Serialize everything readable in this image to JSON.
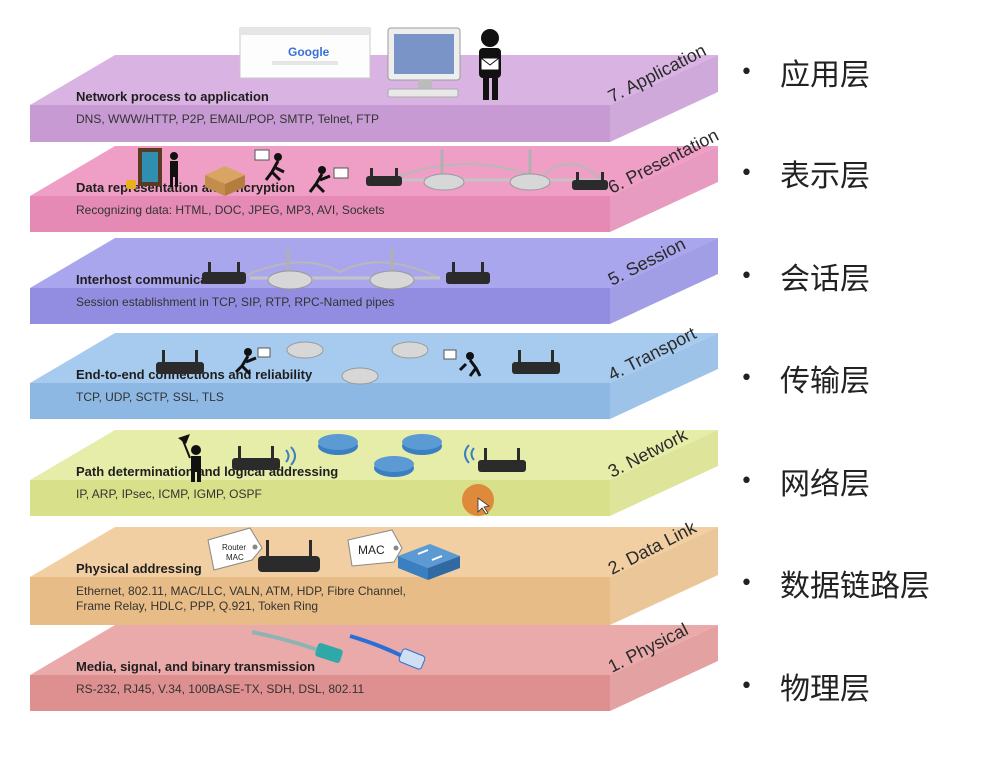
{
  "layers": [
    {
      "number": "7",
      "name": "7. Application",
      "title": "Network process to application",
      "protocols": [
        "DNS, WWW/HTTP, P2P, EMAIL/POP, SMTP, Telnet, FTP"
      ],
      "color": "#d9b4e2",
      "front": "#c79ad3",
      "cn": "应用层"
    },
    {
      "number": "6",
      "name": "6. Presentation",
      "title": "Data representation and encryption",
      "protocols": [
        "Recognizing data: HTML, DOC, JPEG, MP3, AVI, Sockets"
      ],
      "color": "#ef9ec5",
      "front": "#e48ab5",
      "cn": "表示层"
    },
    {
      "number": "5",
      "name": "5. Session",
      "title": "Interhost communication",
      "protocols": [
        "Session establishment in TCP, SIP, RTP, RPC-Named pipes"
      ],
      "color": "#aaa6ee",
      "front": "#928de0",
      "cn": "会话层"
    },
    {
      "number": "4",
      "name": "4. Transport",
      "title": "End-to-end connections and reliability",
      "protocols": [
        "TCP, UDP, SCTP, SSL, TLS"
      ],
      "color": "#a7cbee",
      "front": "#8db8e4",
      "cn": "传输层"
    },
    {
      "number": "3",
      "name": "3. Network",
      "title": "Path determination and logical addressing",
      "protocols": [
        "IP, ARP, IPsec, ICMP, IGMP, OSPF"
      ],
      "color": "#e6eda8",
      "front": "#d8e08a",
      "cn": "网络层"
    },
    {
      "number": "2",
      "name": "2. Data Link",
      "title": "Physical addressing",
      "protocols": [
        "Ethernet, 802.11, MAC/LLC, VALN, ATM, HDP, Fibre Channel,",
        "Frame Relay, HDLC,  PPP, Q.921, Token Ring"
      ],
      "color": "#f2cfa2",
      "front": "#e8bc86",
      "cn": "数据链路层"
    },
    {
      "number": "1",
      "name": "1. Physical",
      "title": "Media, signal, and binary transmission",
      "protocols": [
        "RS-232, RJ45, V.34, 100BASE-TX, SDH, DSL, 802.11"
      ],
      "color": "#ebaaaa",
      "front": "#de9090",
      "cn": "物理层"
    }
  ],
  "labels": {
    "google": "Google",
    "router_mac": "Router MAC",
    "router_mac_line1": "Router",
    "router_mac_line2": "MAC",
    "mac": "MAC"
  },
  "colors": {
    "router": "#2b2b2b",
    "switch_blue": "#3a7fc1",
    "cable_teal": "#2fa8a8",
    "cable_blue": "#2b6fd6",
    "cursor": "#e0792c"
  }
}
